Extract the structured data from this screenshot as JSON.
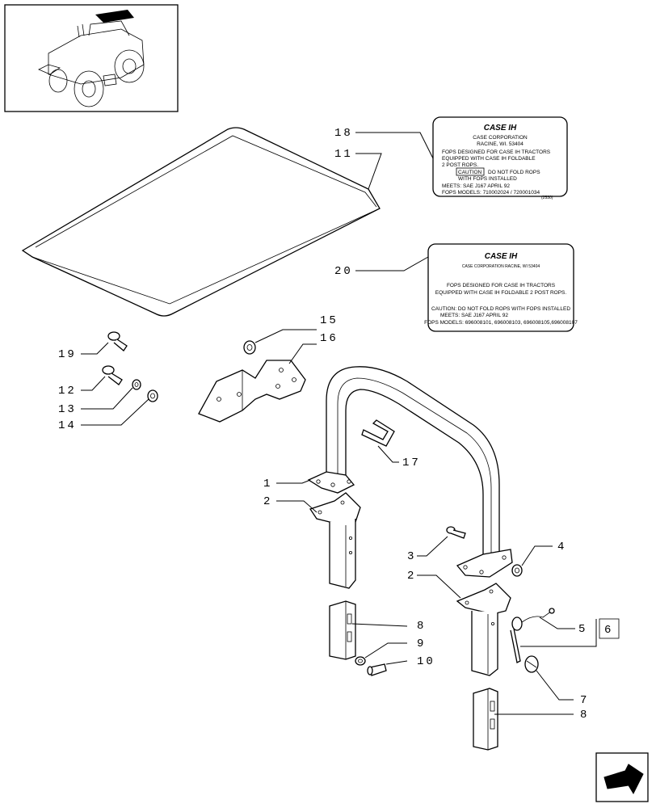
{
  "callouts": {
    "c1": "1",
    "c2a": "2",
    "c2b": "2",
    "c3": "3",
    "c4": "4",
    "c5": "5",
    "c6": "6",
    "c7": "7",
    "c8a": "8",
    "c8b": "8",
    "c9": "9",
    "c10": "10",
    "c11": "11",
    "c12": "12",
    "c13": "13",
    "c14": "14",
    "c15": "15",
    "c16": "16",
    "c17": "17",
    "c18": "18",
    "c19": "19",
    "c20": "20"
  },
  "decal18": {
    "logo": "CASE IH",
    "line1": "CASE  CORPORATION",
    "line2": "RACINE,  WI.  53404",
    "line3": "FOPS DESIGNED  FOR CASE IH TRACTORS",
    "line4": "EQUIPPED WITH CASE IH FOLDABLE",
    "line5": "2 POST ROPS.",
    "caution": "CAUTION",
    "line6": "DO  NOT FOLD ROPS",
    "line7": "WITH FOPS INSTALLED",
    "line8": "MEETS:         SAE  J167  APRIL  92",
    "line9": "FOPS MODELS:  710002024  /  720001034",
    "code": "(2530)"
  },
  "decal20": {
    "logo": "CASE IH",
    "line1": "CASE CORPORATION RACINE, WI 53404",
    "line2": "FOPS DESIGNED  FOR CASE IH TRACTORS",
    "line3": "EQUIPPED WITH CASE IH FOLDABLE 2 POST ROPS.",
    "line4": "CAUTION:      DO NOT FOLD ROPS WITH FOPS INSTALLED",
    "line5": "MEETS:            SAE  J167  APRIL  92",
    "line6": "FOPS MODELS: 696008101, 696008103, 696008105,696008107"
  },
  "icons": {
    "thumbnail": "tractor-thumbnail-icon",
    "nav": "next-page-arrow-icon"
  }
}
